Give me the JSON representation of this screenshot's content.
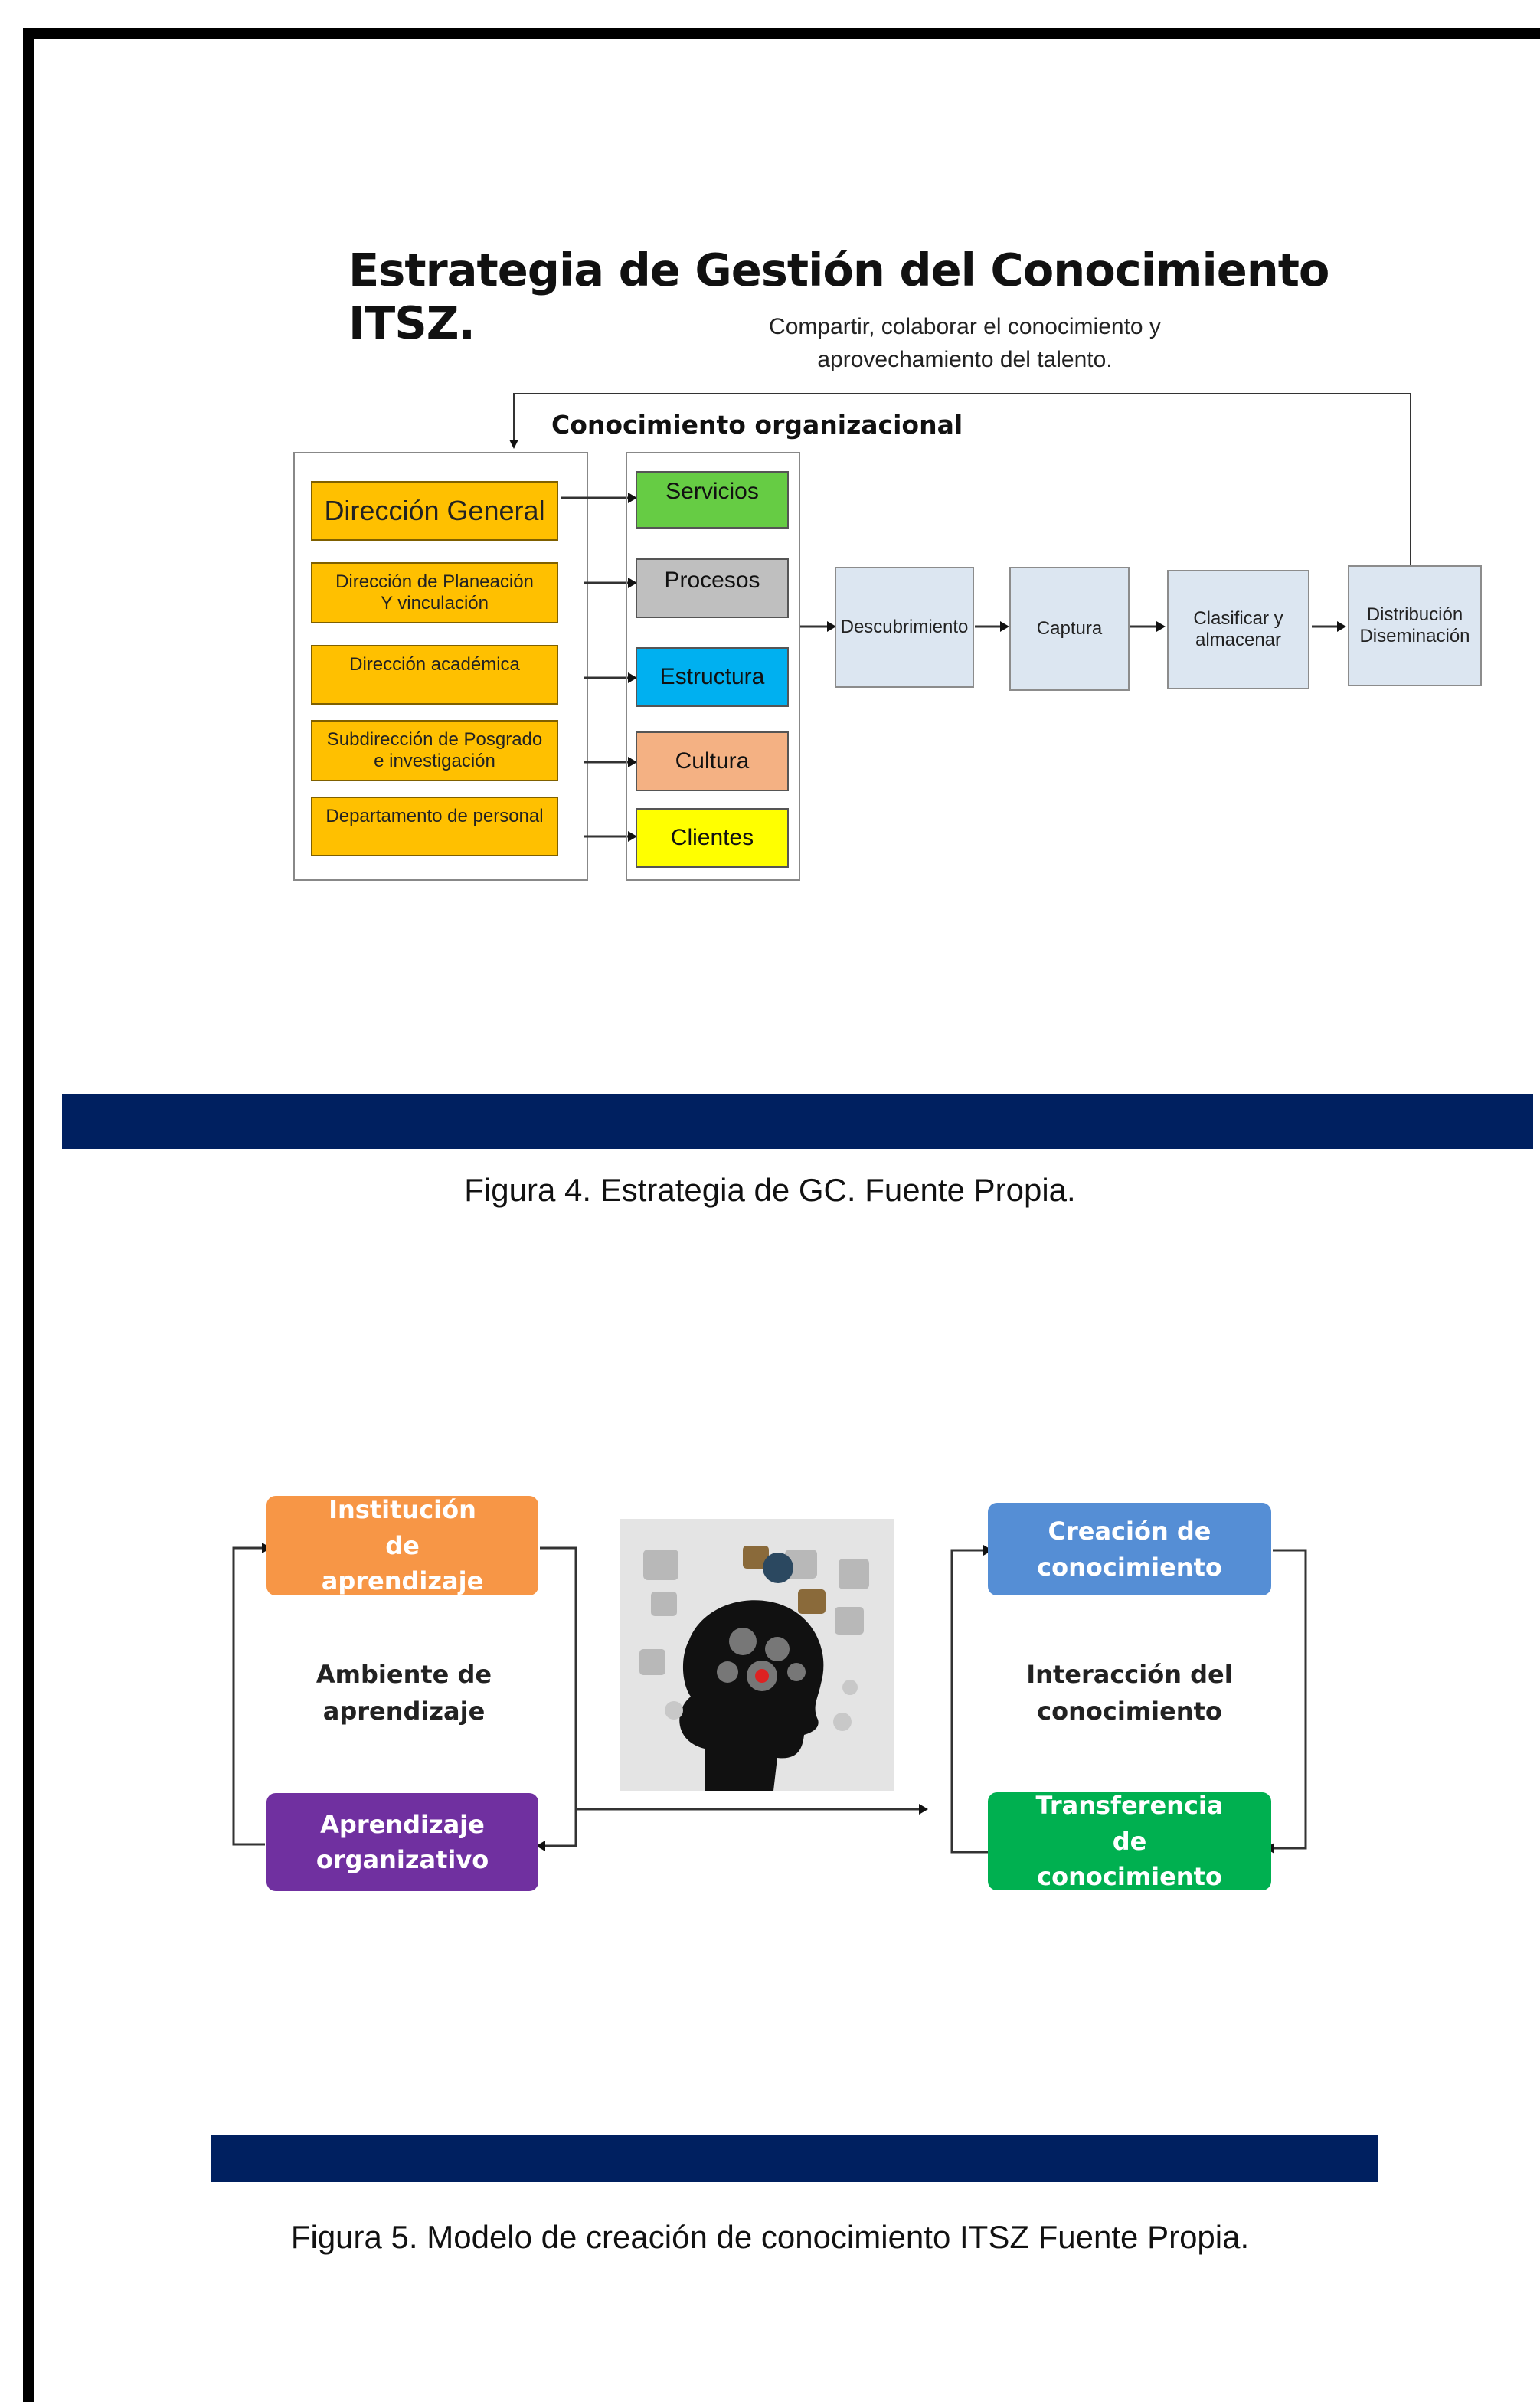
{
  "figure4": {
    "title": "Estrategia de Gestión del Conocimiento ITSZ.",
    "top_note_line1": "Compartir, colaborar el conocimiento y",
    "top_note_line2": "aprovechamiento del talento.",
    "section_label": "Conocimiento organizacional",
    "departments": [
      "Dirección General",
      "Dirección de Planeación Y vinculación",
      "Dirección académica",
      "Subdirección de Posgrado e investigación",
      "Departamento de personal"
    ],
    "knowledge_areas": [
      {
        "label": "Servicios",
        "color": "#66cc44"
      },
      {
        "label": "Procesos",
        "color": "#bfbfbf"
      },
      {
        "label": "Estructura",
        "color": "#00b0f0"
      },
      {
        "label": "Cultura",
        "color": "#f4b183"
      },
      {
        "label": "Clientes",
        "color": "#ffff00"
      }
    ],
    "flow_steps": [
      "Descubrimiento",
      "Captura",
      "Clasificar y almacenar",
      "Distribución Diseminación"
    ],
    "caption": "Figura 4. Estrategia de GC. Fuente Propia."
  },
  "figure5": {
    "left_cycle": {
      "top": "Institución de aprendizaje",
      "center": "Ambiente de aprendizaje",
      "bottom": "Aprendizaje organizativo"
    },
    "right_cycle": {
      "top": "Creación de conocimiento",
      "center": "Interacción del conocimiento",
      "bottom": "Transferencia de conocimiento"
    },
    "colors": {
      "institucion": "#f79646",
      "aprendizaje": "#7030a0",
      "creacion": "#558ed5",
      "transferencia": "#00b050"
    },
    "image_icon": "head-with-gears-icon",
    "caption": "Figura 5. Modelo de creación de conocimiento ITSZ Fuente Propia."
  },
  "colors": {
    "band": "#002060",
    "frame": "#000000"
  }
}
